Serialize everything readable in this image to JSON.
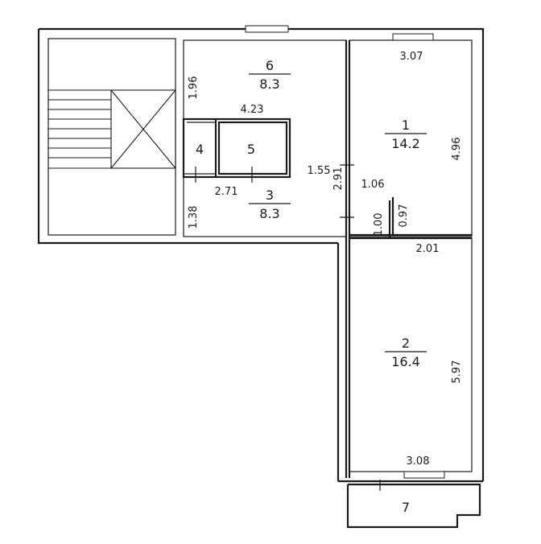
{
  "rooms": [
    {
      "number": "1",
      "area": "14.2"
    },
    {
      "number": "2",
      "area": "16.4"
    },
    {
      "number": "3",
      "area": "8.3"
    },
    {
      "number": "4",
      "area": ""
    },
    {
      "number": "5",
      "area": ""
    },
    {
      "number": "6",
      "area": "8.3"
    },
    {
      "number": "7",
      "area": ""
    }
  ],
  "dimensions": {
    "room1_top": "3.07",
    "room1_side": "4.96",
    "room1_bottom": "1.06",
    "room2_top": "2.01",
    "room2_side": "5.97",
    "room2_bottom": "3.08",
    "room6_left": "1.96",
    "room6_bottom": "4.23",
    "room3_top": "2.71",
    "room3_left": "1.38",
    "room3_right": "1.55",
    "corridor_a": "2.91",
    "corridor_b": "0.97",
    "corridor_c": "1.00"
  }
}
